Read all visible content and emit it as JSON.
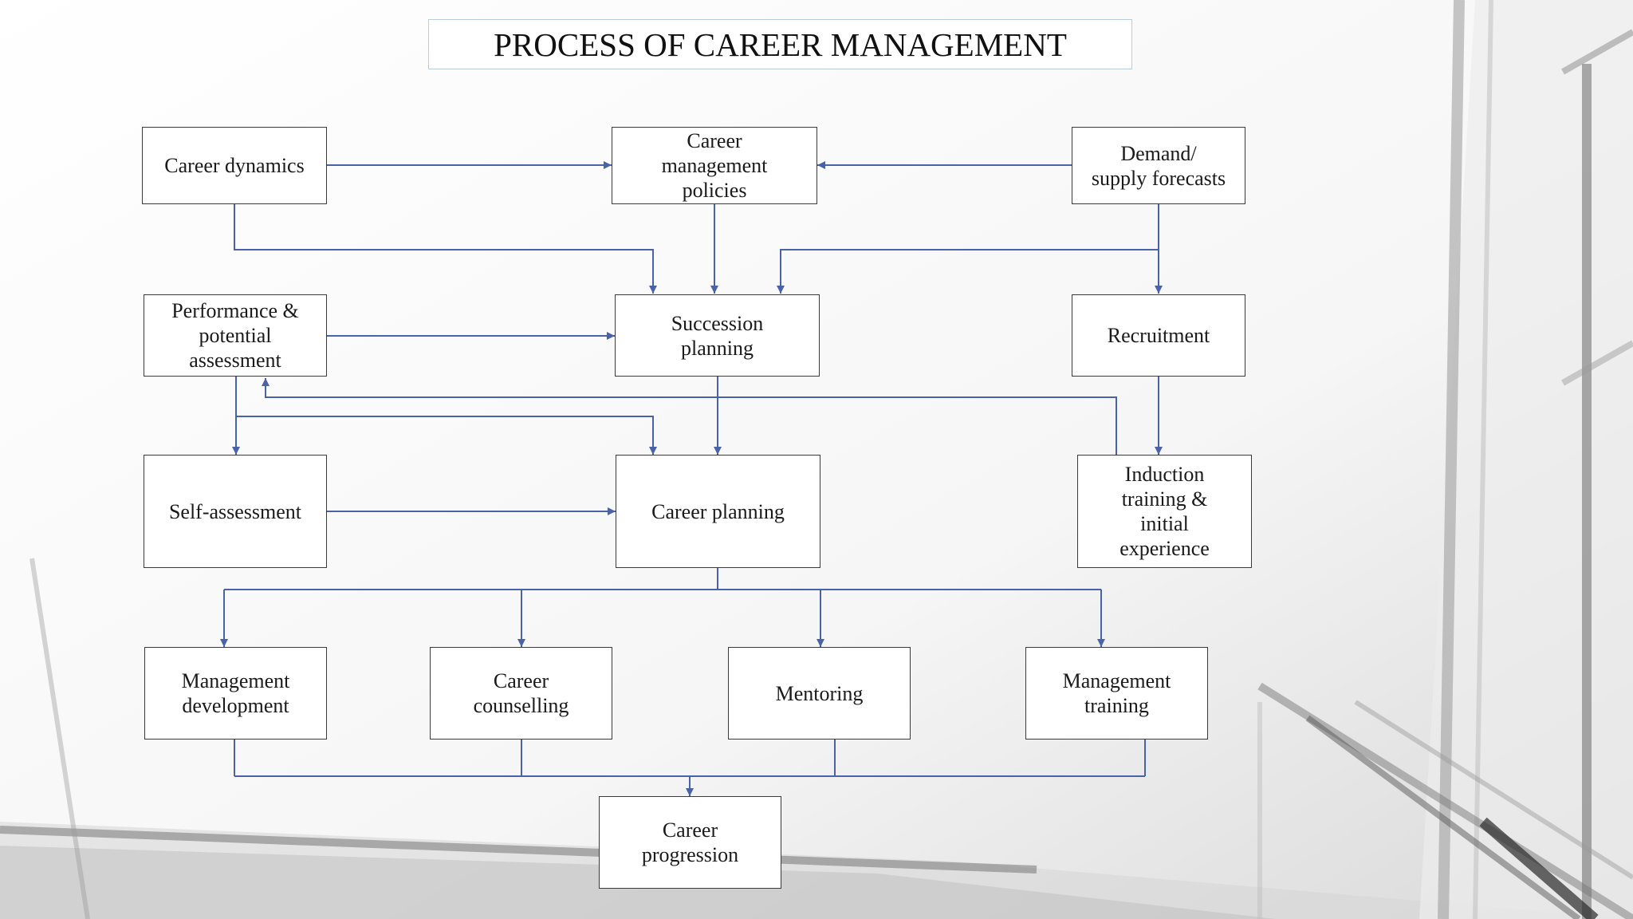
{
  "title": "PROCESS OF CAREER MANAGEMENT",
  "colors": {
    "connector": "#4a63a8",
    "box_border": "#3a3a3a",
    "title_border": "#b9cde0"
  },
  "nodes": {
    "career_dynamics": "Career dynamics",
    "career_management_policies": "Career\nmanagement\npolicies",
    "demand_supply_forecasts": "Demand/\nsupply forecasts",
    "performance_potential_assessment": "Performance &\npotential\nassessment",
    "succession_planning": "Succession\nplanning",
    "recruitment": "Recruitment",
    "self_assessment": "Self-assessment",
    "career_planning": "Career planning",
    "induction_training": "Induction\ntraining &\ninitial\nexperience",
    "management_development": "Management\ndevelopment",
    "career_counselling": "Career\ncounselling",
    "mentoring": "Mentoring",
    "management_training": "Management\ntraining",
    "career_progression": "Career\nprogression"
  }
}
